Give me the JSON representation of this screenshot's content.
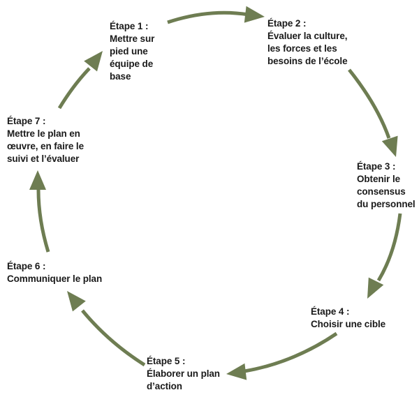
{
  "accent_color": "#6e7d52",
  "steps": [
    {
      "title": "Étape 1 :",
      "text": "Mettre sur\npied une\néquipe de\nbase"
    },
    {
      "title": "Étape 2 :",
      "text": "Évaluer la culture,\nles forces et les\nbesoins de l’école"
    },
    {
      "title": "Étape 3 :",
      "text": "Obtenir le\nconsensus\ndu personnel"
    },
    {
      "title": "Étape 4 :",
      "text": "Choisir une cible"
    },
    {
      "title": "Étape 5 :",
      "text": "Élaborer un plan\nd’action"
    },
    {
      "title": "Étape 6 :",
      "text": "Communiquer le plan"
    },
    {
      "title": "Étape 7 :",
      "text": "Mettre le plan en\nœuvre, en faire le\nsuivi et l’évaluer"
    }
  ]
}
